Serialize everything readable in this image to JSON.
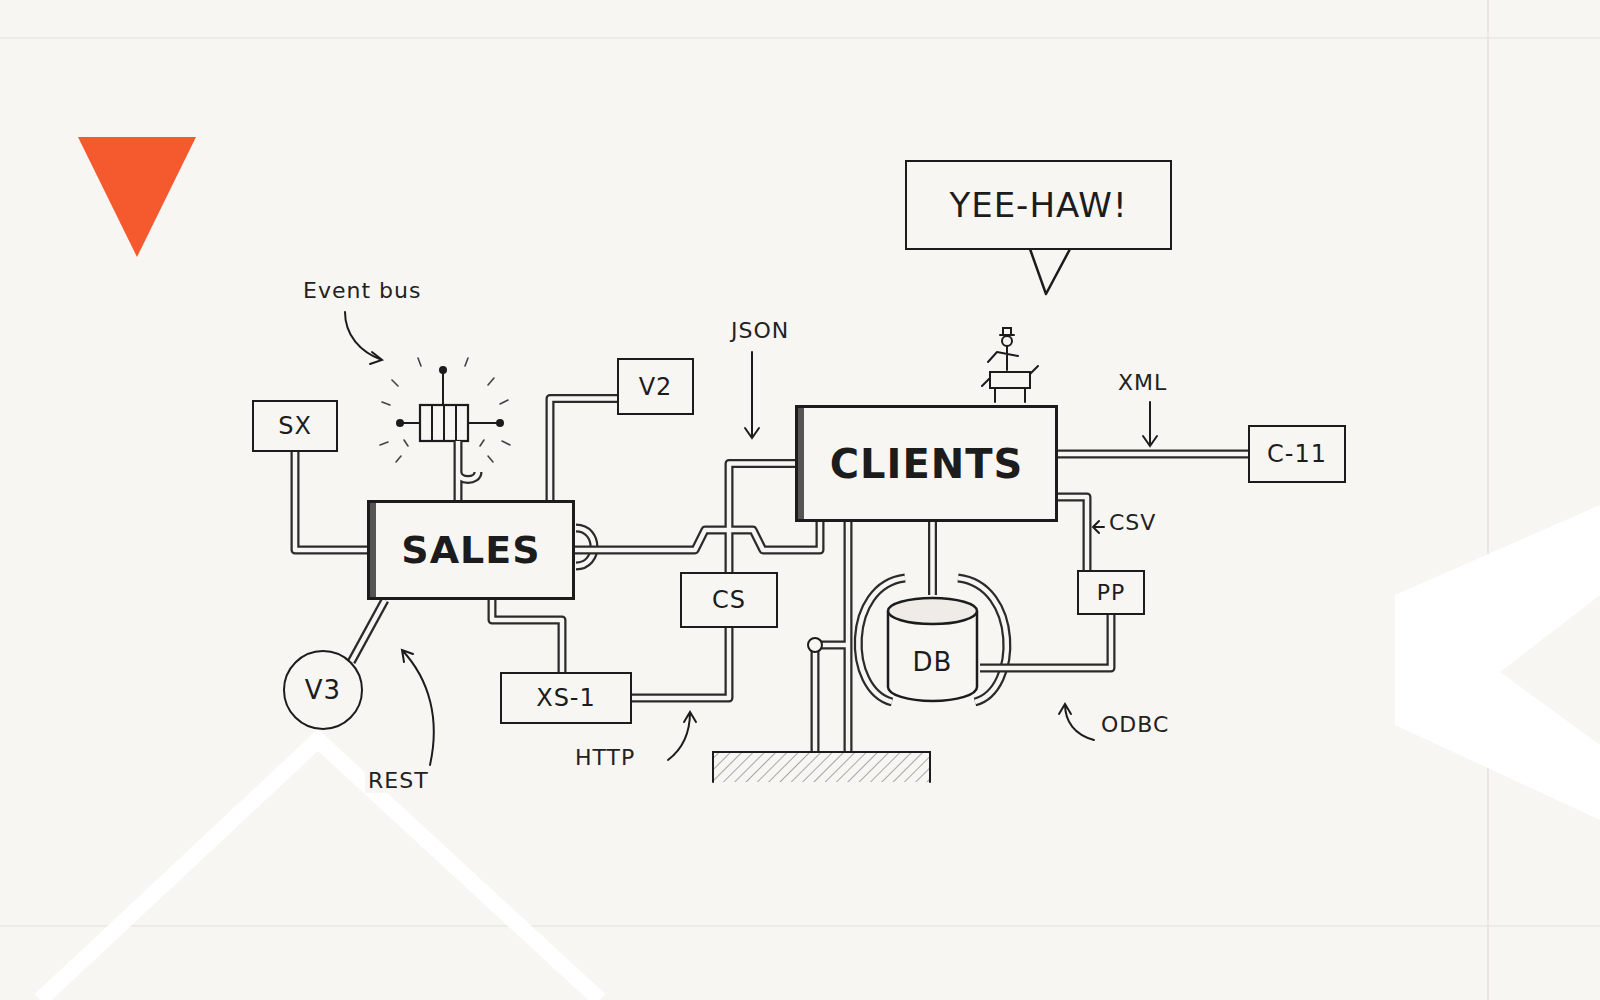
{
  "diagram": {
    "nodes": [
      {
        "text": [
          "YEE-HAW!"
        ]
      },
      {
        "text": [
          "SX"
        ]
      },
      {
        "text": [
          "V2"
        ]
      },
      {
        "text": [
          "CLIENTS"
        ]
      },
      {
        "text": [
          "C-11"
        ]
      },
      {
        "text": [
          "SALES"
        ]
      },
      {
        "text": [
          "CS"
        ]
      },
      {
        "text": [
          "PP"
        ]
      },
      {
        "text": [
          "DB"
        ]
      },
      {
        "text": [
          "V3"
        ]
      },
      {
        "text": [
          "XS-1"
        ]
      }
    ],
    "edges": [
      {
        "from": 1,
        "to": 5,
        "arrow": "none"
      },
      {
        "from": 2,
        "to": 5,
        "arrow": "none"
      },
      {
        "from": 9,
        "to": 5,
        "arrow": "none"
      },
      {
        "from": 5,
        "to": 3,
        "arrow": "none"
      },
      {
        "from": 5,
        "to": 10,
        "arrow": "none"
      },
      {
        "from": 10,
        "to": 6,
        "arrow": "none"
      },
      {
        "from": 6,
        "to": 3,
        "arrow": "none"
      },
      {
        "from": 3,
        "to": 4,
        "arrow": "none"
      },
      {
        "from": 3,
        "to": 8,
        "arrow": "none"
      },
      {
        "from": 8,
        "to": 7,
        "arrow": "none"
      },
      {
        "from": 7,
        "to": 3,
        "arrow": "none"
      }
    ],
    "labels": [
      "Event bus",
      "JSON",
      "XML",
      "CSV",
      "REST",
      "HTTP",
      "ODBC"
    ]
  }
}
